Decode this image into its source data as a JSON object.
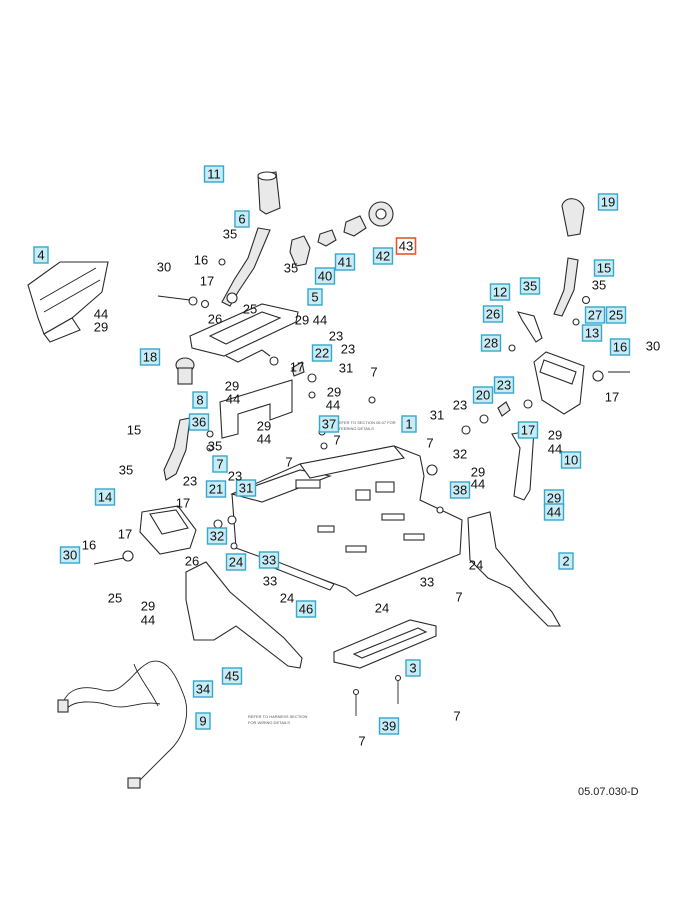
{
  "diagram": {
    "drawing_code": "05.07.030-D",
    "notes": [
      "REFER TO SECTION 05.07 FOR",
      "STEERING DETAILS",
      "REFER TO HARNESS SECTION",
      "FOR WIRING DETAILS"
    ],
    "callouts": {
      "c1": "1",
      "c2": "2",
      "c3": "3",
      "c4": "4",
      "c5": "5",
      "c6": "6",
      "c7a": "7",
      "c7b": "7",
      "c7c": "7",
      "c7d": "7",
      "c7e": "7",
      "c7f": "7",
      "c7g": "7",
      "c7h": "7",
      "c8": "8",
      "c9": "9",
      "c10": "10",
      "c11": "11",
      "c12": "12",
      "c13": "13",
      "c14": "14",
      "c15a": "15",
      "c15b": "15",
      "c16a": "16",
      "c16b": "16",
      "c16c": "16",
      "c17a": "17",
      "c17b": "17",
      "c17c": "17",
      "c17d": "17",
      "c17e": "17",
      "c17f": "17",
      "c18": "18",
      "c19": "19",
      "c20": "20",
      "c21": "21",
      "c22": "22",
      "c23a": "23",
      "c23b": "23",
      "c23c": "23",
      "c23d": "23",
      "c23e": "23",
      "c23f": "23",
      "c24a": "24",
      "c24b": "24",
      "c24c": "24",
      "c24d": "24",
      "c25a": "25",
      "c25b": "25",
      "c25c": "25",
      "c26a": "26",
      "c26b": "26",
      "c26c": "26",
      "c27": "27",
      "c28": "28",
      "c29a": "29",
      "c29b": "29",
      "c29c": "29",
      "c29d": "29",
      "c29e": "29",
      "c29f": "29",
      "c29g": "29",
      "c29h": "29",
      "c29i": "29",
      "c30a": "30",
      "c30b": "30",
      "c30c": "30",
      "c31a": "31",
      "c31b": "31",
      "c31c": "31",
      "c32a": "32",
      "c32b": "32",
      "c33a": "33",
      "c33b": "33",
      "c33c": "33",
      "c34": "34",
      "c35a": "35",
      "c35b": "35",
      "c35c": "35",
      "c35d": "35",
      "c35e": "35",
      "c35f": "35",
      "c36": "36",
      "c37": "37",
      "c38": "38",
      "c39": "39",
      "c40": "40",
      "c41": "41",
      "c42": "42",
      "c43": "43",
      "c44a": "44",
      "c44b": "44",
      "c44c": "44",
      "c44d": "44",
      "c44e": "44",
      "c44f": "44",
      "c44g": "44",
      "c44h": "44",
      "c44i": "44",
      "c45": "45",
      "c46": "46"
    }
  }
}
